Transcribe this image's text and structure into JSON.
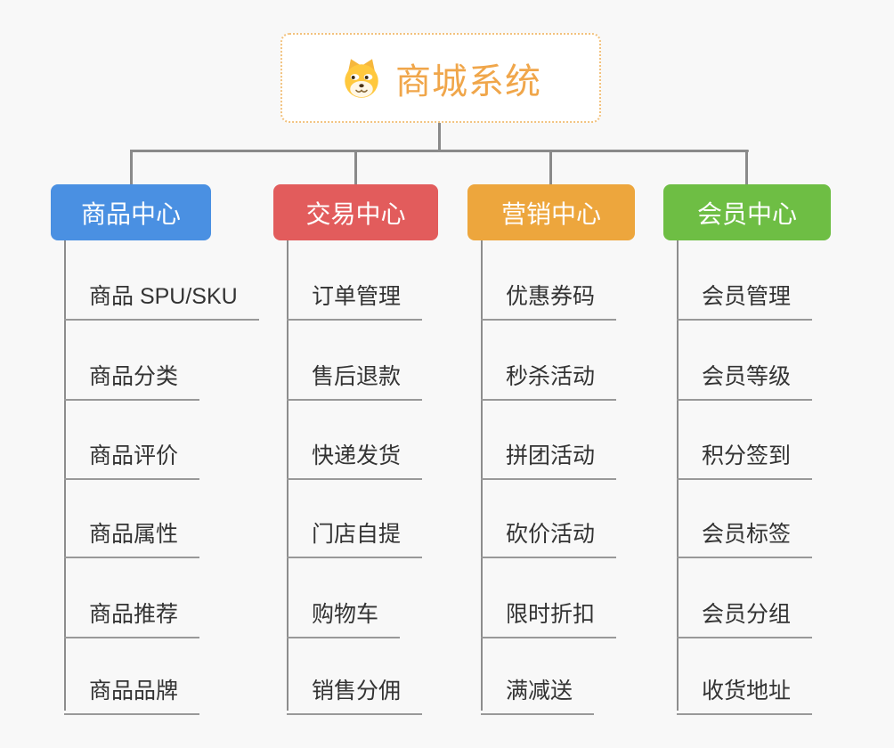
{
  "root": {
    "title": "商城系统",
    "title_color": "#F0A64A",
    "border_color": "#F2C27E",
    "icon": "dog-face-icon"
  },
  "connector_color": "#8A8A8A",
  "background_color": "#F8F8F8",
  "branches": [
    {
      "label": "商品中心",
      "color": "#4A90E2",
      "children": [
        "商品 SPU/SKU",
        "商品分类",
        "商品评价",
        "商品属性",
        "商品推荐",
        "商品品牌"
      ]
    },
    {
      "label": "交易中心",
      "color": "#E25C5C",
      "children": [
        "订单管理",
        "售后退款",
        "快递发货",
        "门店自提",
        "购物车",
        "销售分佣"
      ]
    },
    {
      "label": "营销中心",
      "color": "#EDA63D",
      "children": [
        "优惠券码",
        "秒杀活动",
        "拼团活动",
        "砍价活动",
        "限时折扣",
        "满减送"
      ]
    },
    {
      "label": "会员中心",
      "color": "#6EBE44",
      "children": [
        "会员管理",
        "会员等级",
        "积分签到",
        "会员标签",
        "会员分组",
        "收货地址"
      ]
    }
  ]
}
